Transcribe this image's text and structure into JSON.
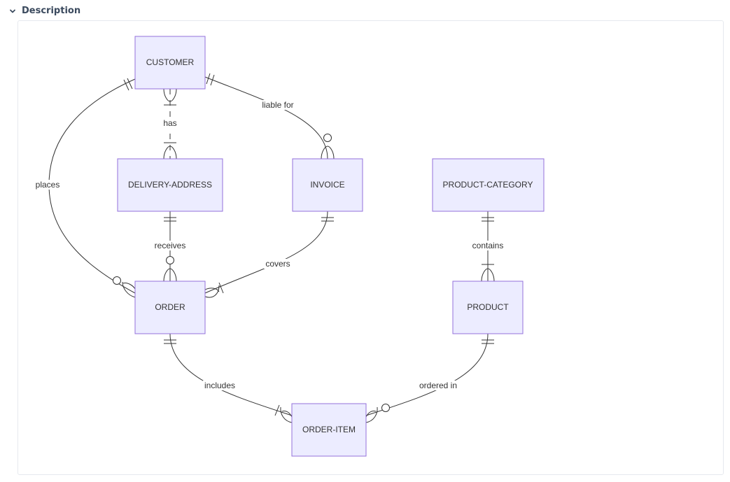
{
  "section": {
    "title": "Description",
    "toggle_icon": "chevron-down-icon"
  },
  "diagram": {
    "type": "entity-relationship",
    "entities": [
      {
        "id": "customer",
        "label": "CUSTOMER"
      },
      {
        "id": "delivery_address",
        "label": "DELIVERY-ADDRESS"
      },
      {
        "id": "invoice",
        "label": "INVOICE"
      },
      {
        "id": "product_category",
        "label": "PRODUCT-CATEGORY"
      },
      {
        "id": "order",
        "label": "ORDER"
      },
      {
        "id": "product",
        "label": "PRODUCT"
      },
      {
        "id": "order_item",
        "label": "ORDER-ITEM"
      }
    ],
    "relationships": [
      {
        "id": "places",
        "label": "places",
        "from": "customer",
        "to": "order",
        "from_card": "exactly-one",
        "to_card": "zero-or-many",
        "identifying": true
      },
      {
        "id": "has",
        "label": "has",
        "from": "customer",
        "to": "delivery_address",
        "from_card": "one-or-many",
        "to_card": "one-or-many",
        "identifying": false
      },
      {
        "id": "liable_for",
        "label": "liable for",
        "from": "customer",
        "to": "invoice",
        "from_card": "exactly-one",
        "to_card": "zero-or-many",
        "identifying": true
      },
      {
        "id": "receives",
        "label": "receives",
        "from": "delivery_address",
        "to": "order",
        "from_card": "exactly-one",
        "to_card": "zero-or-many",
        "identifying": true
      },
      {
        "id": "covers",
        "label": "covers",
        "from": "invoice",
        "to": "order",
        "from_card": "exactly-one",
        "to_card": "one-or-many",
        "identifying": true
      },
      {
        "id": "contains",
        "label": "contains",
        "from": "product_category",
        "to": "product",
        "from_card": "exactly-one",
        "to_card": "one-or-many",
        "identifying": true
      },
      {
        "id": "includes",
        "label": "includes",
        "from": "order",
        "to": "order_item",
        "from_card": "exactly-one",
        "to_card": "one-or-many",
        "identifying": true
      },
      {
        "id": "ordered_in",
        "label": "ordered in",
        "from": "product",
        "to": "order_item",
        "from_card": "exactly-one",
        "to_card": "zero-or-many",
        "identifying": true
      }
    ],
    "colors": {
      "entity_fill": "#ececff",
      "entity_stroke": "#9370db",
      "line": "#333333"
    }
  }
}
